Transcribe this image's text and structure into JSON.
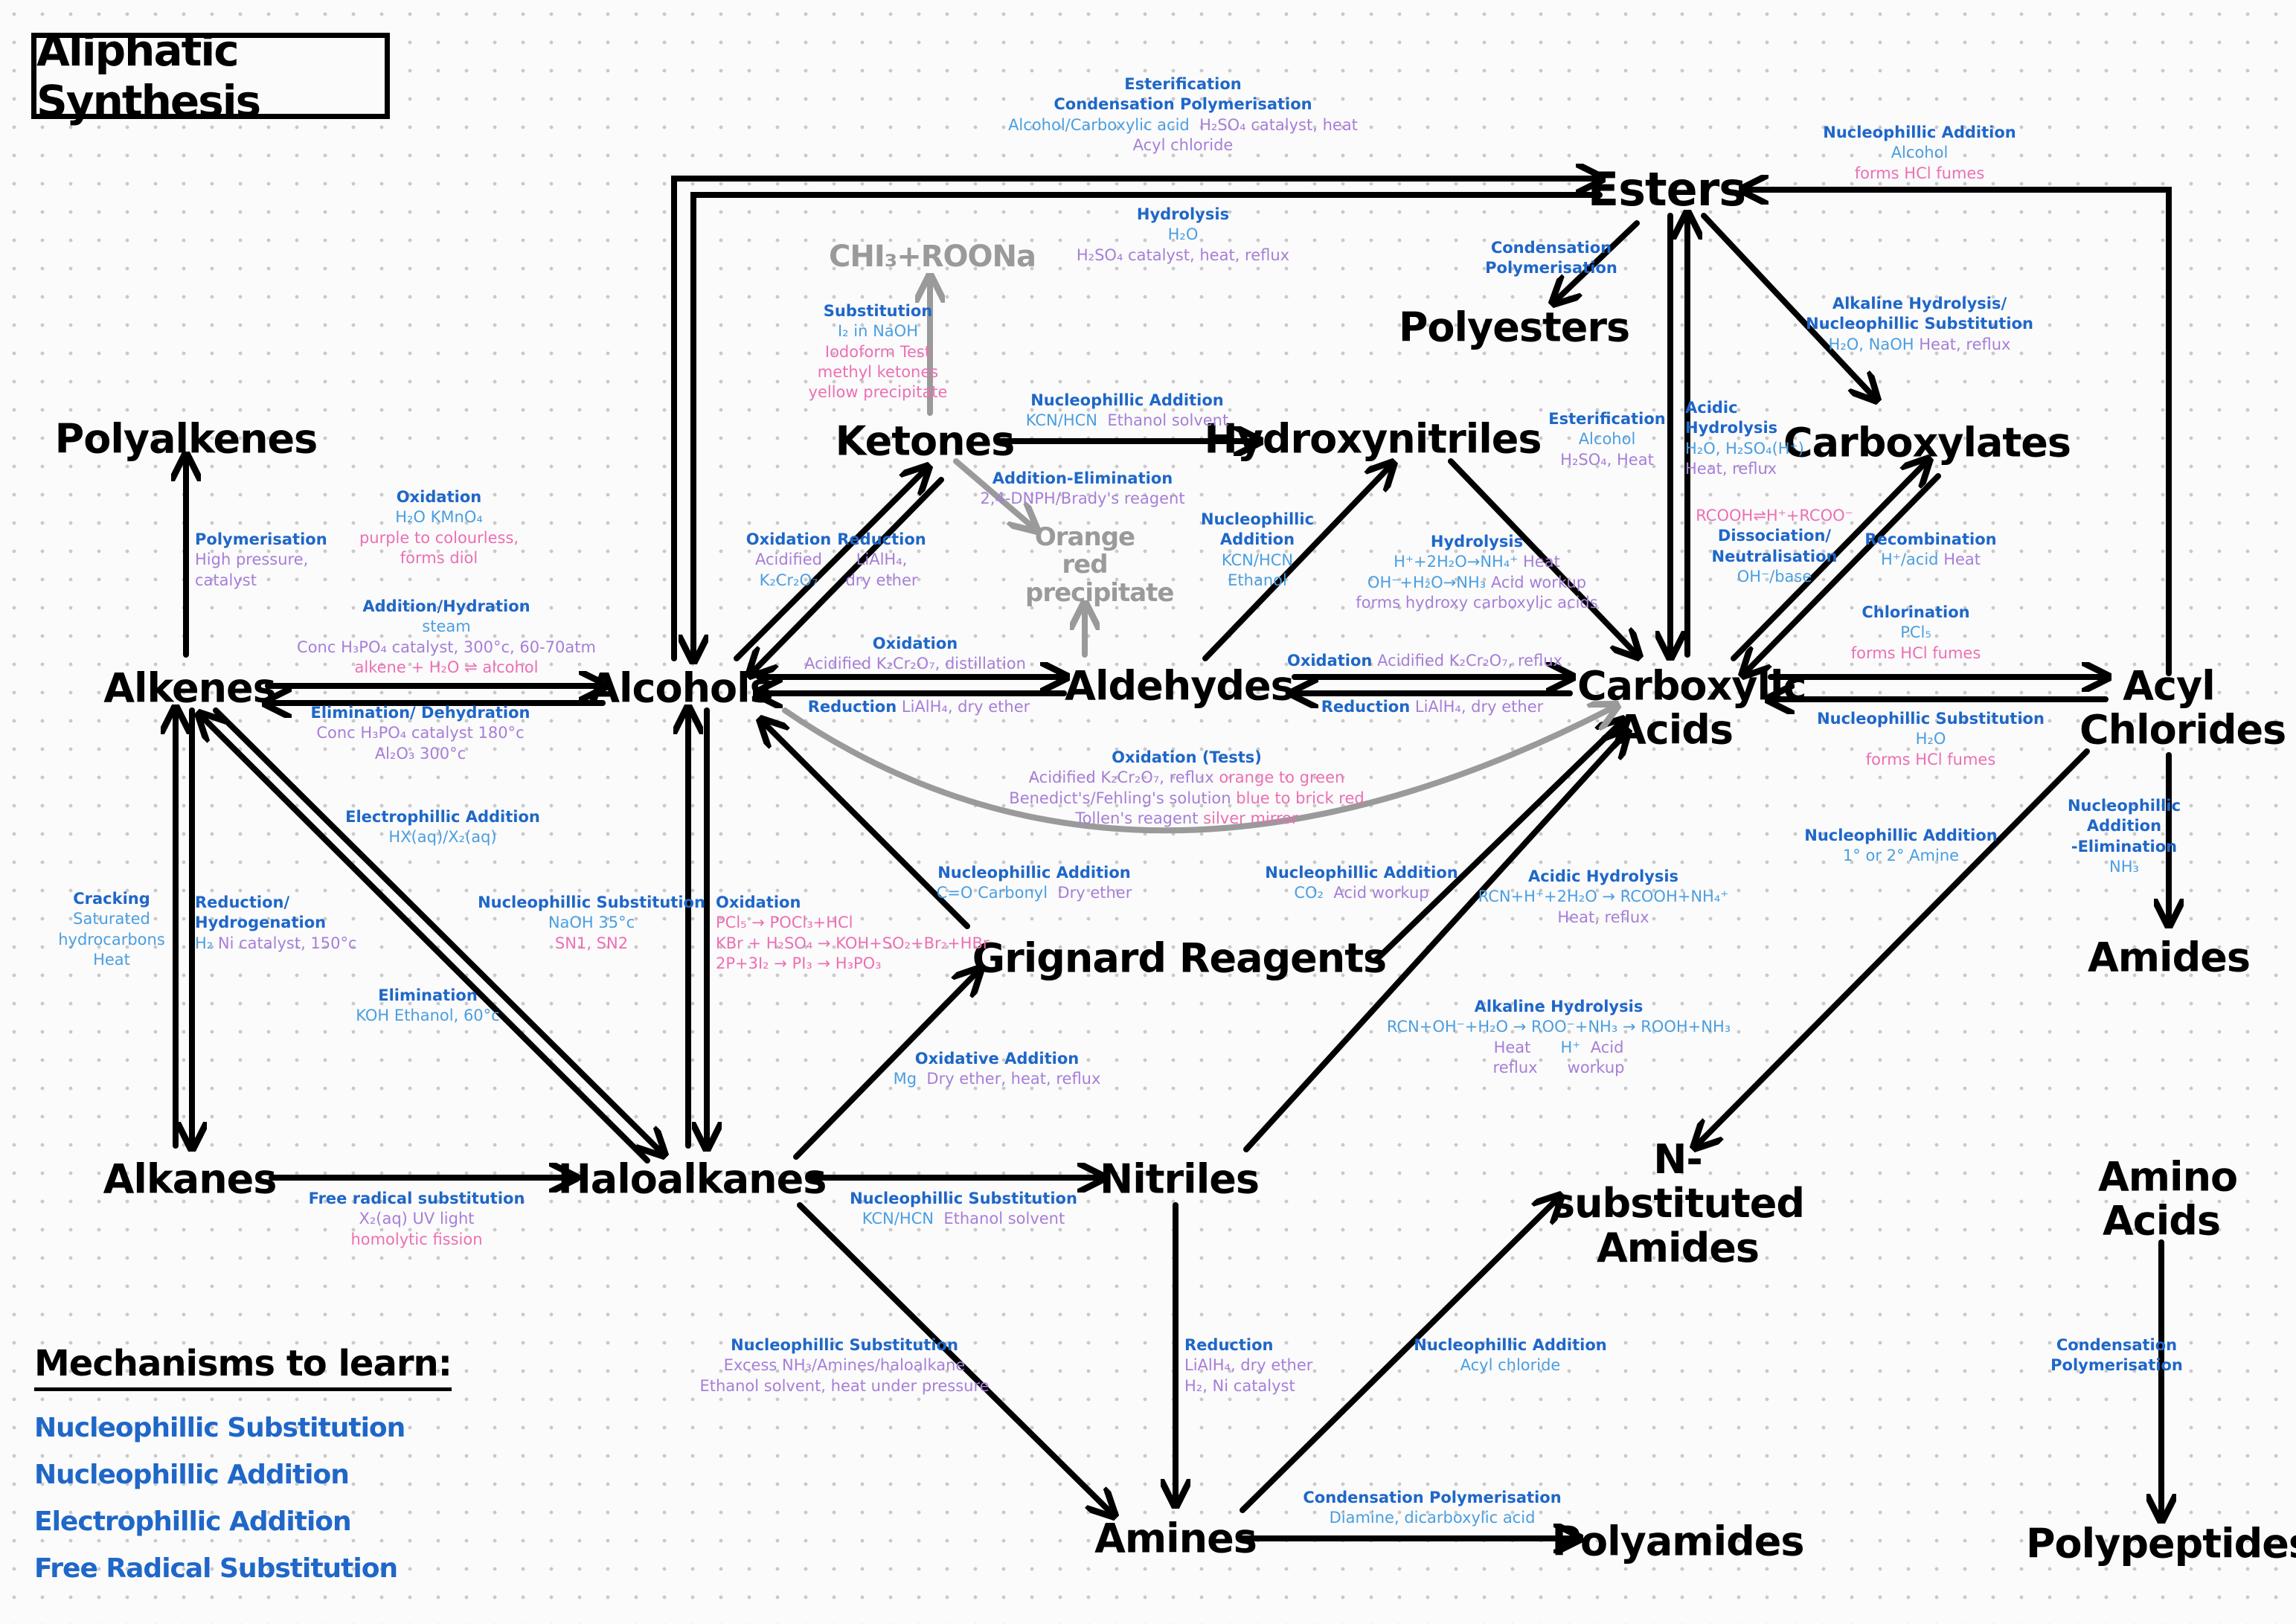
{
  "title": "Aliphatic Synthesis",
  "nodes": {
    "esters": "Esters",
    "polyesters": "Polyesters",
    "chi3": "CHI₃+ROONa",
    "ketones": "Ketones",
    "hydroxynitriles": "Hydroxynitriles",
    "carboxylates": "Carboxylates",
    "polyalkenes": "Polyalkenes",
    "orange_red": "Orange red precipitate",
    "alkenes": "Alkenes",
    "alcohols": "Alcohols",
    "aldehydes": "Aldehydes",
    "carboxylic_acids": "Carboxylic Acids",
    "acyl_chlorides": "Acyl Chlorides",
    "grignard": "Grignard Reagents",
    "amides": "Amides",
    "alkanes": "Alkanes",
    "haloalkanes": "Haloalkanes",
    "nitriles": "Nitriles",
    "n_substituted_amides": "N-substituted Amides",
    "amino_acids": "Amino Acids",
    "amines": "Amines",
    "polyamides": "Polyamides",
    "polypeptides": "Polypeptides"
  },
  "labels": {
    "esterification_top": {
      "name": "Esterification",
      "mech": "Condensation Polymerisation",
      "reagent": "Alcohol/Carboxylic acid",
      "cond": "H₂SO₄ catalyst, heat",
      "extra": "Acyl chloride"
    },
    "acyl_to_ester": {
      "name": "Nucleophillic Addition",
      "reagent": "Alcohol",
      "note": "forms HCl fumes"
    },
    "hydrolysis_ester": {
      "name": "Hydrolysis",
      "reagent": "H₂O",
      "cond": "H₂SO₄ catalyst, heat, reflux"
    },
    "condensation_polyester": {
      "name": "Condensation",
      "name2": "Polymerisation"
    },
    "alkaline_hydrolysis_ester": {
      "name": "Alkaline Hydrolysis/",
      "name2": "Nucleophillic Substitution",
      "reagent": "H₂O, NaOH",
      "cond": "Heat, reflux"
    },
    "iodoform": {
      "name": "Substitution",
      "reagent": "I₂ in NaOH",
      "n1": "Iodoform Test",
      "n2": "methyl ketones",
      "n3": "yellow precipitate"
    },
    "ketone_hcn": {
      "name": "Nucleophillic Addition",
      "reagent": "KCN/HCN",
      "cond": "Ethanol solvent"
    },
    "dnph": {
      "name": "Addition-Elimination",
      "reagent": "2,4-DNPH/Brady's reagent"
    },
    "ester_from_acid": {
      "name": "Esterification",
      "reagent": "Alcohol",
      "cond": "H₂SO₄, Heat"
    },
    "acidic_hydrolysis_ester": {
      "name": "Acidic",
      "name2": "Hydrolysis",
      "reagent": "H₂O, H₂SO₄(H⁺)",
      "cond": "Heat, reflux"
    },
    "oxidation_alkene": {
      "name": "Oxidation",
      "reagent": "H₂O  KMnO₄",
      "n1": "purple to colourless,",
      "n2": "forms diol"
    },
    "polymerisation": {
      "name": "Polymerisation",
      "cond": "High pressure,",
      "cond2": "catalyst"
    },
    "oxidation_ketone": {
      "name": "Oxidation",
      "cond": "Acidified",
      "reagent": "K₂Cr₂O₇"
    },
    "reduction_ketone": {
      "name": "Reduction",
      "reagent": "LiAlH₄,",
      "cond": "dry ether"
    },
    "ald_hcn": {
      "name": "Nucleophillic",
      "name2": "Addition",
      "reagent": "KCN/HCN",
      "cond": "Ethanol"
    },
    "hydrolysis_nitrile": {
      "name": "Hydrolysis",
      "r1": "H⁺+2H₂O→NH₄⁺",
      "c1": "Heat",
      "r2": "OH⁻+H₂O→NH₃",
      "c2": "Acid workup",
      "note": "forms hydroxy carboxylic acids"
    },
    "dissociation": {
      "k": "RCOOH⇌H⁺+RCOO⁻",
      "name": "Dissociation/",
      "name2": "Neutralisation",
      "reagent": "OH⁻/base"
    },
    "recombination": {
      "name": "Recombination",
      "reagent": "H⁺/acid",
      "cond": "Heat"
    },
    "chlorination": {
      "name": "Chlorination",
      "reagent": "PCl₅",
      "note": "forms HCl fumes"
    },
    "hydration": {
      "name": "Addition/Hydration",
      "reagent": "steam",
      "cond": "Conc H₃PO₄ catalyst, 300°c, 60-70atm",
      "eq": "alkene + H₂O ⇌ alcohol"
    },
    "dehydration": {
      "name": "Elimination/ Dehydration",
      "cond": "Conc H₃PO₄ catalyst 180°c",
      "cond2": "Al₂O₃  300°c"
    },
    "oxidation_alcohol": {
      "name": "Oxidation",
      "cond": "Acidified K₂Cr₂O₇, distillation"
    },
    "reduction_ald": {
      "name": "Reduction",
      "cond": "LiAlH₄, dry ether"
    },
    "oxidation_ald": {
      "name": "Oxidation",
      "cond": "Acidified K₂Cr₂O₇, reflux"
    },
    "reduction_acid": {
      "name": "Reduction",
      "cond": "LiAlH₄, dry ether"
    },
    "acyl_hydrolysis": {
      "name": "Nucleophillic Substitution",
      "reagent": "H₂O",
      "note": "forms HCl fumes"
    },
    "tests": {
      "name": "Oxidation (Tests)",
      "t1": "Acidified K₂Cr₂O₇, reflux",
      "t1b": "orange to green",
      "t2": "Benedict's/Fehling's solution",
      "t2b": "blue to brick red",
      "t3": "Tollen's reagent",
      "t3b": "silver mirror"
    },
    "electrophilic": {
      "name": "Electrophillic Addition",
      "reagent": "HX(aq)/X₂(aq)"
    },
    "cracking": {
      "name": "Cracking",
      "c1": "Saturated",
      "c2": "hydrocarbons",
      "c3": "Heat"
    },
    "hydrogenation": {
      "name": "Reduction/",
      "name2": "Hydrogenation",
      "reagent": "H₂",
      "cond": "Ni catalyst, 150°c"
    },
    "nuc_sub_alcohol": {
      "name": "Nucleophillic Substitution",
      "reagent": "NaOH  35°c",
      "note": "SN1, SN2"
    },
    "oxidation_halo": {
      "name": "Oxidation",
      "r1": "PCl₅ → POCl₃+HCl",
      "r2": "KBr + H₂SO₄ → KOH+SO₂+Br₂+HBr",
      "r3": "2P+3I₂ → PI₃ → H₃PO₃"
    },
    "grignard_ketone": {
      "name": "Nucleophillic Addition",
      "reagent": "C=O Carbonyl",
      "cond": "Dry ether"
    },
    "grignard_co2": {
      "name": "Nucleophillic Addition",
      "reagent": "CO₂",
      "cond": "Acid workup"
    },
    "acidic_hydrolysis_nitrile": {
      "name": "Acidic Hydrolysis",
      "reagent": "RCN+H⁺+2H₂O → RCOOH+NH₄⁺",
      "cond": "Heat, reflux"
    },
    "acyl_amine": {
      "name": "Nucleophillic Addition",
      "reagent": "1° or 2° Amine"
    },
    "amide_form": {
      "name": "Nucleophillic",
      "name2": "Addition",
      "name3": "-Elimination",
      "reagent": "NH₃"
    },
    "elimination": {
      "name": "Elimination",
      "reagent": "KOH",
      "cond": "Ethanol, 60°c"
    },
    "alkaline_hydrolysis_nitrile": {
      "name": "Alkaline Hydrolysis",
      "reagent": "RCN+OH⁻+H₂O → ROO⁻+NH₃ → ROOH+NH₃",
      "cond": "Heat",
      "cond2": "reflux",
      "cond3": "H⁺",
      "cond4": "Acid",
      "cond5": "workup"
    },
    "oxidative_addition": {
      "name": "Oxidative Addition",
      "reagent": "Mg",
      "cond": "Dry ether, heat, reflux"
    },
    "free_radical": {
      "name": "Free radical substitution",
      "reagent": "X₂(aq)  UV light",
      "note": "homolytic fission"
    },
    "nuc_sub_nitrile": {
      "name": "Nucleophillic Substitution",
      "reagent": "KCN/HCN",
      "cond": "Ethanol solvent"
    },
    "nuc_sub_amine": {
      "name": "Nucleophillic Substitution",
      "reagent": "Excess NH₃/Amines/haloalkane",
      "cond": "Ethanol solvent, heat under pressure"
    },
    "reduction_nitrile": {
      "name": "Reduction",
      "cond": "LiAlH₄, dry ether",
      "reagent": "H₂, Ni catalyst"
    },
    "amine_acyl": {
      "name": "Nucleophillic Addition",
      "reagent": "Acyl chloride"
    },
    "polyamide": {
      "name": "Condensation Polymerisation",
      "reagent": "Diamine, dicarboxylic acid"
    },
    "polypeptide": {
      "name": "Condensation",
      "name2": "Polymerisation"
    }
  },
  "mechanisms": {
    "heading": "Mechanisms to learn:",
    "items": [
      "Nucleophillic Substitution",
      "Nucleophillic Addition",
      "Electrophillic Addition",
      "Free Radical Substitution"
    ]
  },
  "colors": {
    "mechanism": "#1f67c8",
    "reagent": "#4a9ee0",
    "condition": "#a67ed8",
    "note": "#ec6fb3",
    "test_arrow": "#9a9a9a"
  }
}
